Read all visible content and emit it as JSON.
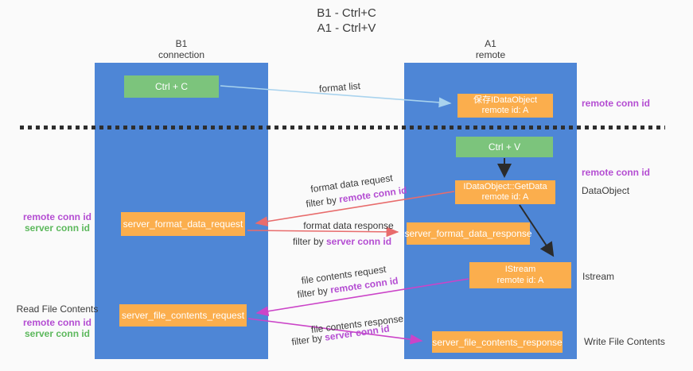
{
  "title": {
    "line1": "B1 - Ctrl+C",
    "line2": "A1 - Ctrl+V"
  },
  "lanes": {
    "left": {
      "header_line1": "B1",
      "header_line2": "connection"
    },
    "right": {
      "header_line1": "A1",
      "header_line2": "remote"
    }
  },
  "nodes": {
    "ctrl_c": {
      "label": "Ctrl + C"
    },
    "save_idataobject": {
      "line1": "保存IDataObject",
      "line2": "remote id: A"
    },
    "ctrl_v": {
      "label": "Ctrl + V"
    },
    "getdata": {
      "line1": "IDataObject::GetData",
      "line2": "remote id: A"
    },
    "server_format_data_request": {
      "label": "server_format_data_request"
    },
    "server_format_data_response": {
      "label": "server_format_data_response"
    },
    "istream": {
      "line1": "IStream",
      "line2": "remote id: A"
    },
    "server_file_contents_request": {
      "label": "server_file_contents_request"
    },
    "server_file_contents_response": {
      "label": "server_file_contents_response"
    }
  },
  "edges": {
    "format_list": {
      "label": "format list"
    },
    "format_data_request": {
      "label": "format data request",
      "filter_prefix": "filter by ",
      "filter_key": "remote conn id"
    },
    "format_data_response": {
      "label": "format data response",
      "filter_prefix": "filter by ",
      "filter_key": "server conn id"
    },
    "file_contents_request": {
      "label": "file contents request",
      "filter_prefix": "filter by ",
      "filter_key": "remote conn id"
    },
    "file_contents_response": {
      "label": "file contents response",
      "filter_prefix": "filter by ",
      "filter_key": "server conn id"
    }
  },
  "annotations": {
    "left_format": {
      "line1": "remote conn id",
      "line2": "server conn id"
    },
    "left_file": {
      "title": "Read File Contents",
      "line1": "remote conn id",
      "line2": "server conn id"
    },
    "right_top": "remote conn id",
    "right_mid": "remote conn id",
    "right_dataobject": "DataObject",
    "right_istream": "Istream",
    "right_write": "Write File Contents"
  },
  "colors": {
    "background": "#fafafa",
    "lane_blue": "#4e86d6",
    "node_orange": "#fbae4d",
    "node_green": "#7cc47c",
    "arrow_lightblue": "#a9d3ee",
    "arrow_red": "#e86c6c",
    "arrow_magenta": "#cb44c8",
    "arrow_black": "#2b2b2b",
    "key_purple": "#b44dd2",
    "key_green": "#5cb85c",
    "text_dark": "#3b3b3b"
  }
}
